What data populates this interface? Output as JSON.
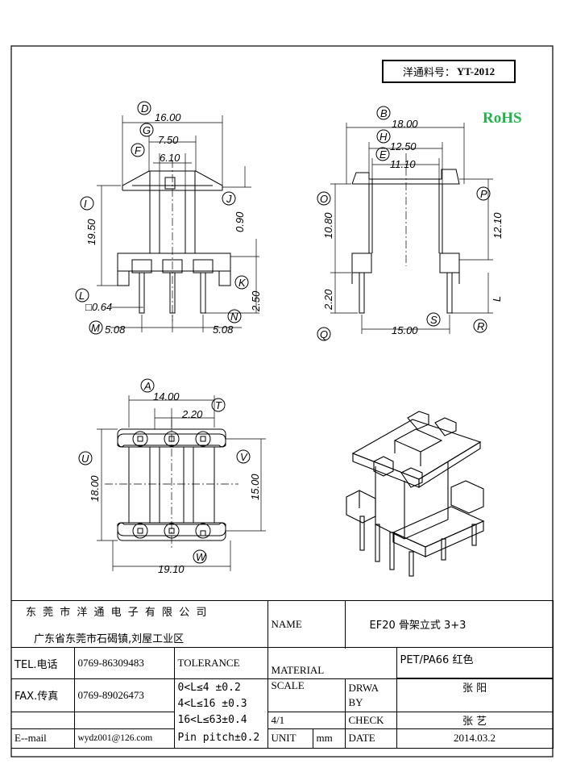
{
  "part_number": {
    "label": "洋通料号：",
    "value": "YT-2012"
  },
  "rohs": "RoHS",
  "dims_front": {
    "d": "16.00",
    "g": "7.50",
    "f": "6.10",
    "i": "19.50",
    "j": "0.90",
    "k": "2.50",
    "pin": "□0.64",
    "m": "5.08",
    "n": "5.08"
  },
  "dims_side": {
    "b": "18.00",
    "h": "12.50",
    "e": "11.10",
    "o": "10.80",
    "p": "12.10",
    "l": "L",
    "q": "2.20",
    "s": "15.00"
  },
  "dims_bottom": {
    "a": "14.00",
    "t": "2.20",
    "u": "18.00",
    "v": "15.00",
    "w": "19.10"
  },
  "letters": {
    "D": "D",
    "G": "G",
    "F": "F",
    "I": "I",
    "J": "J",
    "K": "K",
    "L": "L",
    "M": "M",
    "N": "N",
    "B": "B",
    "H": "H",
    "E": "E",
    "O": "O",
    "P": "P",
    "Q": "Q",
    "S": "S",
    "R": "R",
    "A": "A",
    "T": "T",
    "U": "U",
    "V": "V",
    "W": "W"
  },
  "title_block": {
    "company": "东 莞 市 洋 通 电 子 有 限 公 司",
    "address": "广东省东莞市石碣镇,刘屋工业区",
    "name_label": "NAME",
    "name_value": "EF20 骨架立式 3+3",
    "tel_label": "TEL.电话",
    "tel_value": "0769-86309483",
    "tolerance_label": "TOLERANCE",
    "material_label": "MATERIAL",
    "material_value": "PET/PA66 红色",
    "fax_label": "FAX.传真",
    "fax_value": "0769-89026473",
    "tol_1": "0<L≤4  ±0.2",
    "tol_2": "4<L≤16 ±0.3",
    "tol_3": "16<L≤63±0.4",
    "tol_4": "Pin pitch±0.2",
    "scale_label": "SCALE",
    "scale_value": "4/1",
    "drawn_label": "DRWA BY",
    "drawn_value": "张 阳",
    "check_label": "CHECK",
    "check_value": "张 艺",
    "email_label": "E--mail",
    "email_value": "wydz001@126.com",
    "unit_label": "UNIT",
    "unit_value": "mm",
    "date_label": "DATE",
    "date_value": "2014.03.2"
  }
}
